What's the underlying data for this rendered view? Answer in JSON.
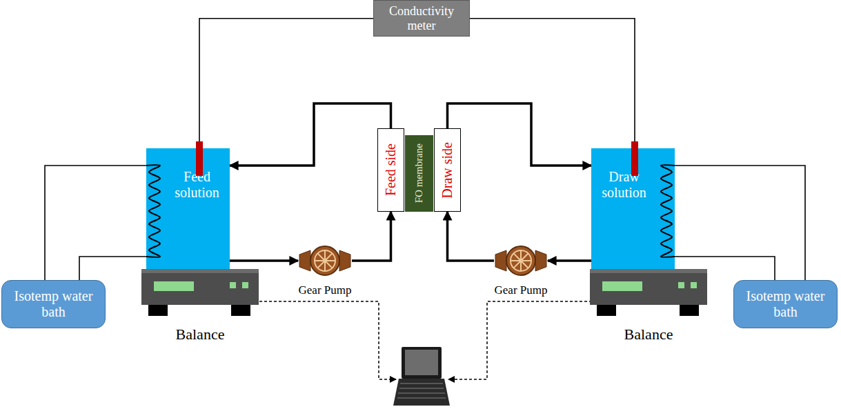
{
  "diagram": {
    "nodes": [
      {
        "text": [
          "Conductivity meter"
        ]
      },
      {
        "text": [
          "Feed solution"
        ]
      },
      {
        "text": [
          "Feed side"
        ]
      },
      {
        "text": [
          "FO membrane"
        ]
      },
      {
        "text": [
          "Draw side"
        ]
      },
      {
        "text": [
          "Draw solution"
        ]
      },
      {
        "text": [
          "Isotemp water bath"
        ]
      },
      {
        "text": [
          "Balance"
        ]
      },
      {
        "text": [
          "Gear Pump"
        ]
      },
      {
        "text": [
          "Gear Pump"
        ]
      },
      {
        "text": [
          "Balance"
        ]
      },
      {
        "text": [
          "Isotemp water bath"
        ]
      }
    ],
    "edges": [
      {
        "from": 0,
        "to": 1,
        "arrow": "none"
      },
      {
        "from": 0,
        "to": 5,
        "arrow": "none"
      },
      {
        "from": 1,
        "to": 8,
        "arrow": "to"
      },
      {
        "from": 8,
        "to": 2,
        "arrow": "to"
      },
      {
        "from": 2,
        "to": 1,
        "arrow": "to"
      },
      {
        "from": 5,
        "to": 9,
        "arrow": "to"
      },
      {
        "from": 9,
        "to": 4,
        "arrow": "to"
      },
      {
        "from": 4,
        "to": 5,
        "arrow": "to"
      },
      {
        "from": 6,
        "to": 1,
        "arrow": "none"
      },
      {
        "from": 6,
        "to": 1,
        "arrow": "none"
      },
      {
        "from": 11,
        "to": 5,
        "arrow": "none"
      },
      {
        "from": 11,
        "to": 5,
        "arrow": "none"
      }
    ]
  }
}
